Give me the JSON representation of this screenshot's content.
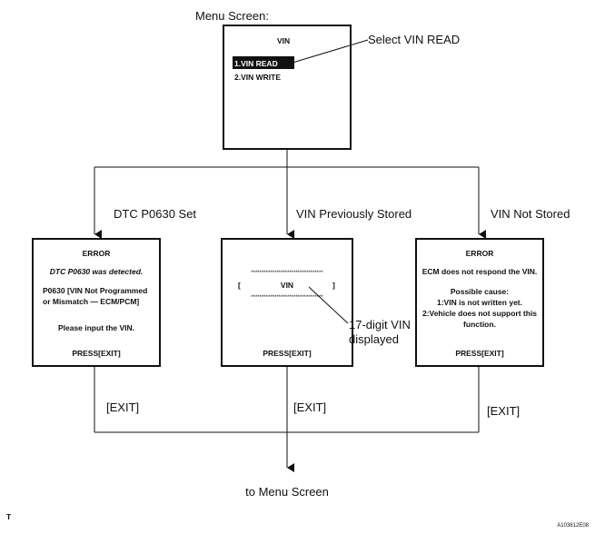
{
  "menu": {
    "caption": "Menu Screen:",
    "title": "VIN",
    "item_selected": "1.VIN READ",
    "item_2": "2.VIN WRITE",
    "callout": "Select VIN READ"
  },
  "branches": {
    "left": "DTC P0630 Set",
    "center": "VIN Previously Stored",
    "right": "VIN Not Stored"
  },
  "screen_left": {
    "title": "ERROR",
    "line1": "DTC P0630 was detected.",
    "line2": "P0630  [VIN Not Programmed",
    "line3": "or Mismatch — ECM/PCM]",
    "line4": "Please input the VIN.",
    "press": "PRESS[EXIT]"
  },
  "screen_center": {
    "stars_top": "**********************************",
    "bracket_open": "[",
    "vin": "VIN",
    "bracket_close": "]",
    "stars_bottom": "**********************************",
    "press": "PRESS[EXIT]",
    "callout_line1": "17-digit VIN",
    "callout_line2": "displayed"
  },
  "screen_right": {
    "title": "ERROR",
    "line1": "ECM does not respond the VIN.",
    "line2": "Possible cause:",
    "line3": "1:VIN is not written yet.",
    "line4": "2:Vehicle does not support this",
    "line5": "function.",
    "press": "PRESS[EXIT]"
  },
  "exit_labels": {
    "left": "[EXIT]",
    "center": "[EXIT]",
    "right": "[EXIT]"
  },
  "footer": {
    "destination": "to Menu Screen",
    "corner_mark": "T",
    "figure_code": "A103812E08"
  }
}
